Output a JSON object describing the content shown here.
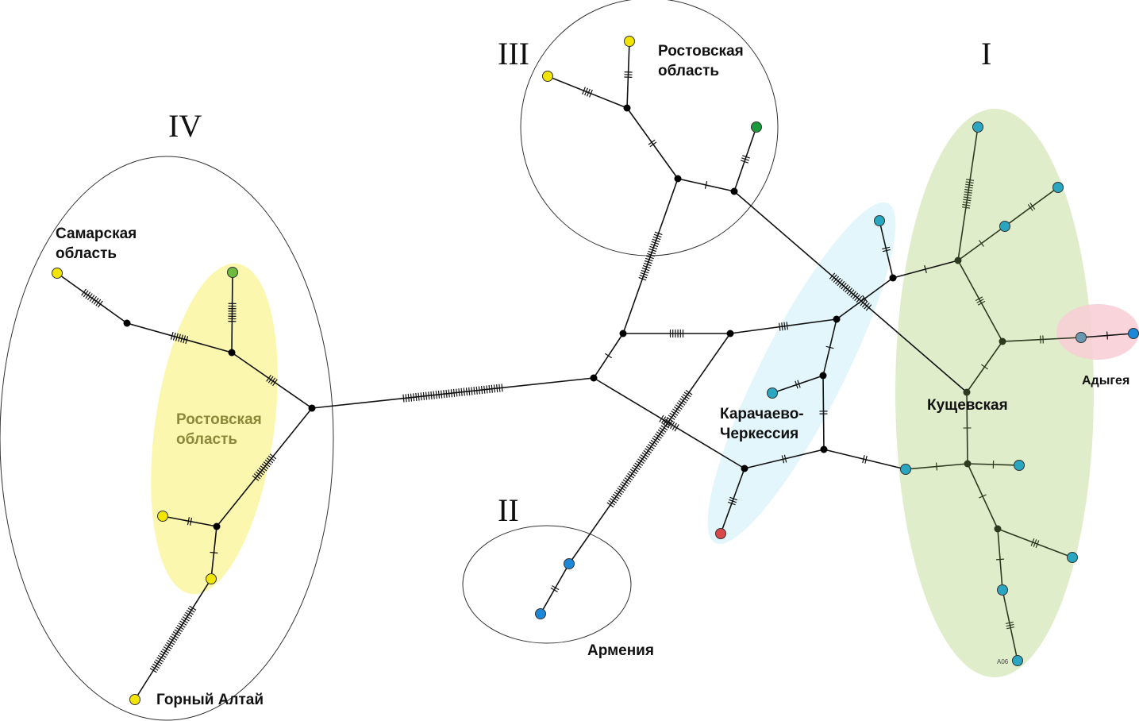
{
  "title": "Haplotype network",
  "groups": {
    "g1": {
      "numeral": "I",
      "region_label": "Кущевская",
      "sub_region_label": "Адыгея"
    },
    "g2": {
      "numeral": "II",
      "region_label": "Армения"
    },
    "g3": {
      "numeral": "III",
      "region_label_line1": "Ростовская",
      "region_label_line2": "область"
    },
    "g4": {
      "numeral": "IV",
      "label_samara_line1": "Самарская",
      "label_samara_line2": "область",
      "label_rostov_line1": "Ростовская",
      "label_rostov_line2": "область",
      "label_altai": "Горный Алтай"
    },
    "kc": {
      "label_line1": "Карачаево-",
      "label_line2": "Черкессия"
    }
  },
  "haplotype_label": "A06",
  "colors": {
    "yellow": "#f2e600",
    "green_light": "#6dbb3f",
    "green_dark": "#1a9a3a",
    "teal": "#2aa6c0",
    "blue": "#1e88d8",
    "red": "#d84a4a",
    "zone_yellow": "#fbf6a6",
    "zone_green": "#e0edcb",
    "zone_blue": "#e3f6fb",
    "zone_pink": "#f8cdd5"
  }
}
